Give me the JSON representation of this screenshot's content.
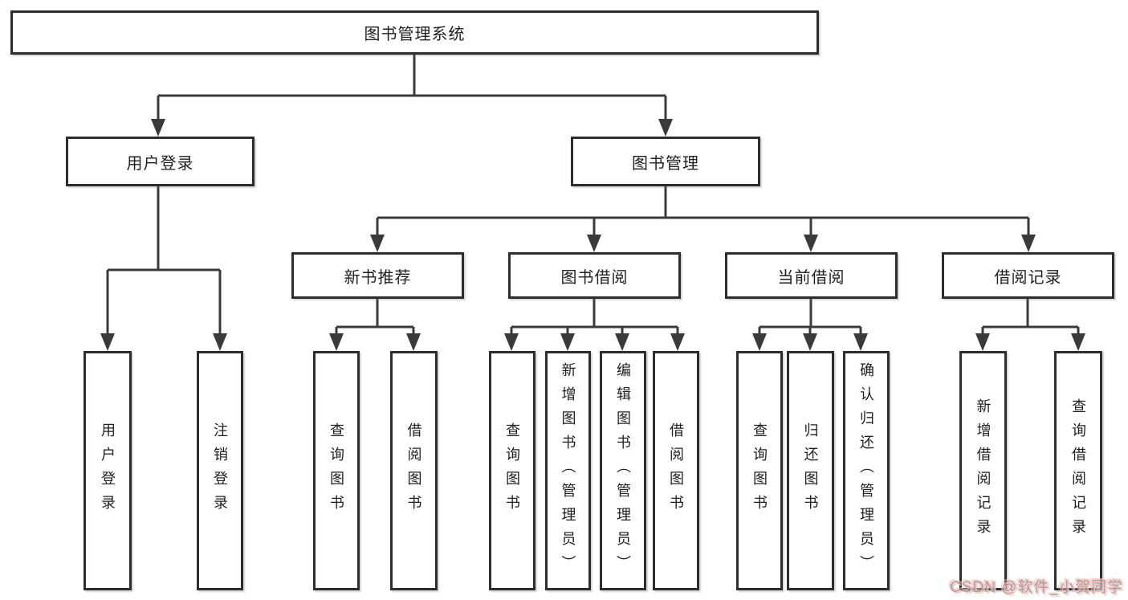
{
  "diagram": {
    "line_color": "#3a3a3a",
    "border_color": "#2d2d2d",
    "text_color": "#1f1f1f",
    "nodes": {
      "root": "图书管理系统",
      "user_login": "用户登录",
      "book_management": "图书管理",
      "new_book_recommend": "新书推荐",
      "book_borrow": "图书借阅",
      "current_borrow": "当前借阅",
      "borrow_record": "借阅记录",
      "leaf_user_login": "用户登录",
      "leaf_logout": "注销登录",
      "leaf_nb_query_book": "查询图书",
      "leaf_nb_borrow_book": "借阅图书",
      "leaf_bb_query_book": "查询图书",
      "leaf_bb_add_book": "新增图书（管理员）",
      "leaf_bb_edit_book": "编辑图书（管理员）",
      "leaf_bb_borrow_book": "借阅图书",
      "leaf_cb_query_book": "查询图书",
      "leaf_cb_return_book": "归还图书",
      "leaf_cb_confirm_return": "确认归还（管理员）",
      "leaf_br_add_record": "新增借阅记录",
      "leaf_br_query_record": "查询借阅记录"
    }
  },
  "watermark": {
    "text": "CSDN @软件_小贺同学"
  }
}
